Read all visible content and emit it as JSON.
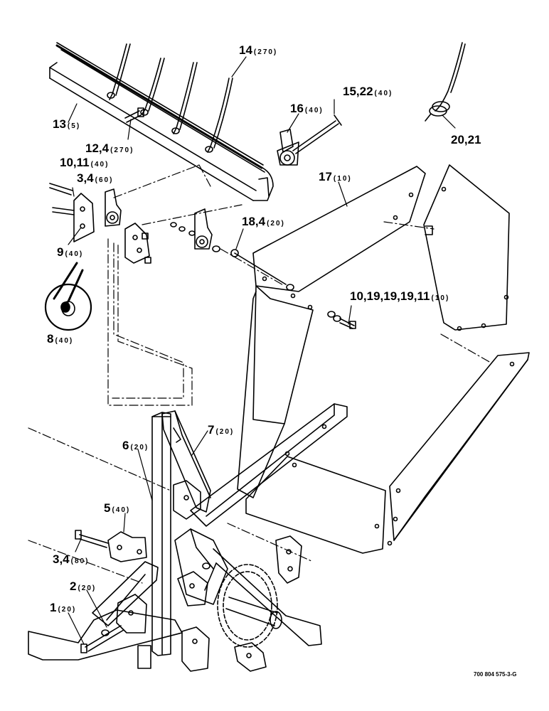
{
  "callouts": [
    {
      "id": "c14",
      "num": "14",
      "qty": "(270)"
    },
    {
      "id": "c15",
      "num": "15,22",
      "qty": "(40)"
    },
    {
      "id": "c16",
      "num": "16",
      "qty": "(40)"
    },
    {
      "id": "c13",
      "num": "13",
      "qty": "(5)"
    },
    {
      "id": "c20",
      "num": "20,21",
      "qty": ""
    },
    {
      "id": "c12",
      "num": "12,4",
      "qty": "(270)"
    },
    {
      "id": "c10a",
      "num": "10,11",
      "qty": "(40)"
    },
    {
      "id": "c17",
      "num": "17",
      "qty": "(10)"
    },
    {
      "id": "c3a",
      "num": "3,4",
      "qty": "(60)"
    },
    {
      "id": "c18",
      "num": "18,4",
      "qty": "(20)"
    },
    {
      "id": "c9",
      "num": "9",
      "qty": "(40)"
    },
    {
      "id": "c10b",
      "num": "10,19,19,19,11",
      "qty": "(10)"
    },
    {
      "id": "c8",
      "num": "8",
      "qty": "(40)"
    },
    {
      "id": "c7",
      "num": "7",
      "qty": "(20)"
    },
    {
      "id": "c6",
      "num": "6",
      "qty": "(20)"
    },
    {
      "id": "c5",
      "num": "5",
      "qty": "(40)"
    },
    {
      "id": "c3b",
      "num": "3,4",
      "qty": "(80)"
    },
    {
      "id": "c2",
      "num": "2",
      "qty": "(20)"
    },
    {
      "id": "c1",
      "num": "1",
      "qty": "(20)"
    }
  ],
  "drawing_code": "700 804 575-3-G"
}
